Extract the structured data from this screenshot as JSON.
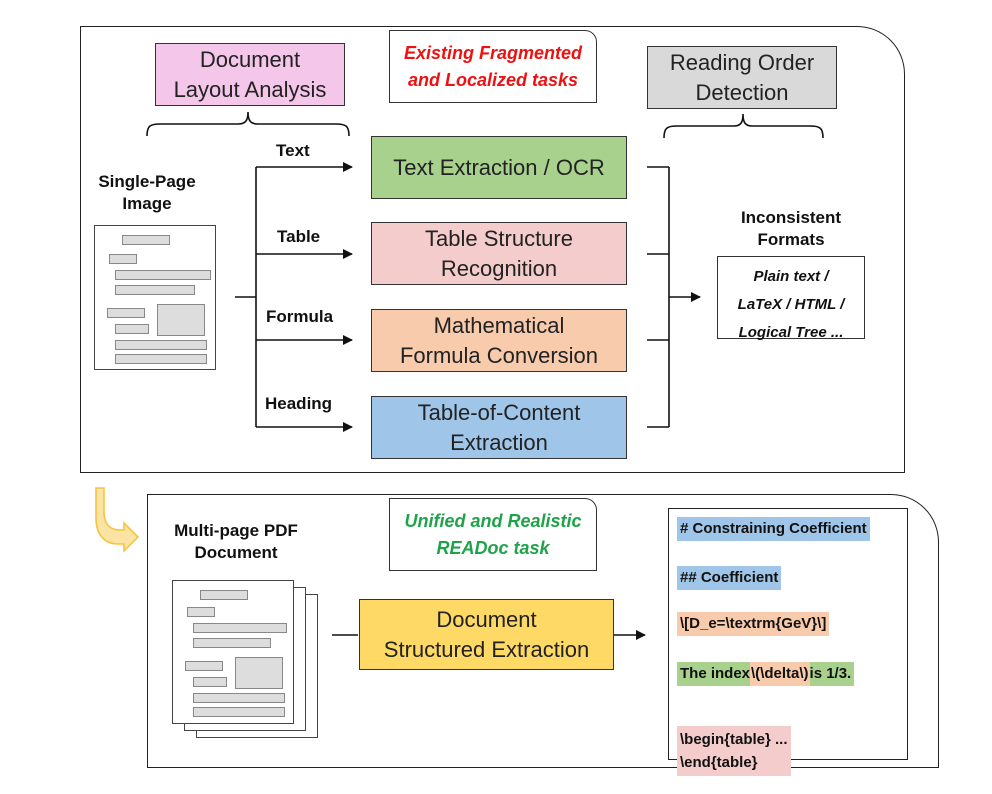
{
  "top_panel": {
    "dla_label": "Document\nLayout Analysis",
    "existing_tasks": "Existing Fragmented\nand Localized tasks",
    "rod_label": "Reading Order\nDetection",
    "input_label": "Single-Page\nImage",
    "branches": [
      {
        "name": "Text",
        "task": "Text Extraction / OCR",
        "color": "#a9d18e"
      },
      {
        "name": "Table",
        "task": "Table Structure\nRecognition",
        "color": "#f4cccc"
      },
      {
        "name": "Formula",
        "task": "Mathematical\nFormula Conversion",
        "color": "#f8cbad"
      },
      {
        "name": "Heading",
        "task": "Table-of-Content\nExtraction",
        "color": "#9fc5e8"
      }
    ],
    "output_label": "Inconsistent\nFormats",
    "output_formats": "Plain text /\nLaTeX / HTML /\nLogical Tree ..."
  },
  "bottom_panel": {
    "input_label": "Multi-page PDF\nDocument",
    "task_label": "Unified and Realistic\nREADoc task",
    "process": "Document\nStructured Extraction",
    "output_lines": {
      "line1": "# Constraining Coefficient",
      "line2": "## Coefficient",
      "line3": "\\[D_e=\\textrm{GeV}\\]",
      "line4_a": "The index ",
      "line4_b": "\\(\\delta\\)",
      "line4_c": " is 1/3.",
      "line5": "\\begin{table} ...\n\\end{table}"
    }
  },
  "colors": {
    "dla": "#f4c7ea",
    "rod": "#d9d9d9",
    "existing": "#ee1111",
    "unified": "#1fa34a",
    "process": "#ffd966",
    "hl_blue": "#9fc5e8",
    "hl_orange": "#f8cbad",
    "hl_green": "#a9d18e",
    "hl_pink": "#f4cccc",
    "curve_arrow": "#f6c342"
  }
}
